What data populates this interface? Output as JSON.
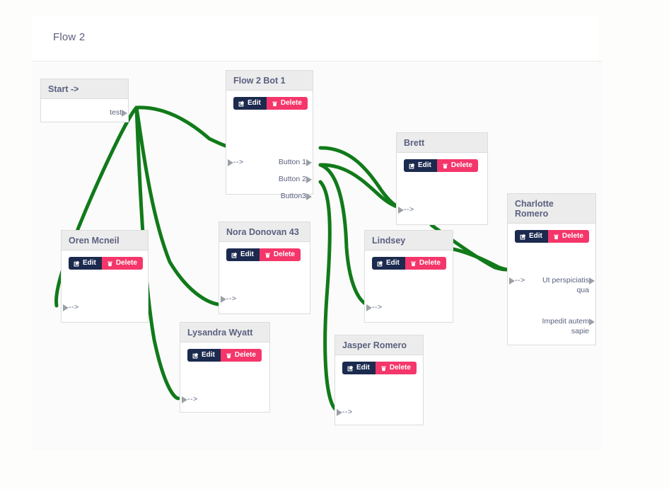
{
  "page": {
    "flow_title": "Flow 2"
  },
  "buttons": {
    "edit_label": "Edit",
    "delete_label": "Delete",
    "edit_icon": "pencil-square-icon",
    "delete_icon": "trash-icon",
    "edit_color": "#1b2a4e",
    "delete_color": "#f4366a"
  },
  "colors": {
    "edge": "#117a1a",
    "node_header": "#ececec",
    "node_border": "#dcdcdc",
    "text": "#5b6080",
    "canvas": "#fbfbfb"
  },
  "nodes": [
    {
      "id": "start",
      "title": "Start ->",
      "has_buttons": false,
      "inputs": [],
      "outputs": [
        "test"
      ]
    },
    {
      "id": "flow2bot1",
      "title": "Flow 2 Bot 1",
      "has_buttons": true,
      "inputs": [
        "-->"
      ],
      "outputs": [
        "Button 1",
        "Button 2",
        "Button3"
      ]
    },
    {
      "id": "oren",
      "title": "Oren Mcneil",
      "has_buttons": true,
      "inputs": [
        "-->"
      ],
      "outputs": []
    },
    {
      "id": "nora",
      "title": "Nora Donovan 43",
      "has_buttons": true,
      "inputs": [
        "-->"
      ],
      "outputs": []
    },
    {
      "id": "lysandra",
      "title": "Lysandra Wyatt",
      "has_buttons": true,
      "inputs": [
        "-->"
      ],
      "outputs": []
    },
    {
      "id": "brett",
      "title": "Brett",
      "has_buttons": true,
      "inputs": [
        "-->"
      ],
      "outputs": []
    },
    {
      "id": "lindsey",
      "title": "Lindsey",
      "has_buttons": true,
      "inputs": [
        "-->"
      ],
      "outputs": []
    },
    {
      "id": "jasper",
      "title": "Jasper Romero",
      "has_buttons": true,
      "inputs": [
        "-->"
      ],
      "outputs": []
    },
    {
      "id": "charlotte",
      "title": "Charlotte Romero",
      "has_buttons": true,
      "inputs": [
        "-->"
      ],
      "outputs": [
        "Ut perspiciatis qua",
        "Impedit autem sapie"
      ]
    }
  ]
}
